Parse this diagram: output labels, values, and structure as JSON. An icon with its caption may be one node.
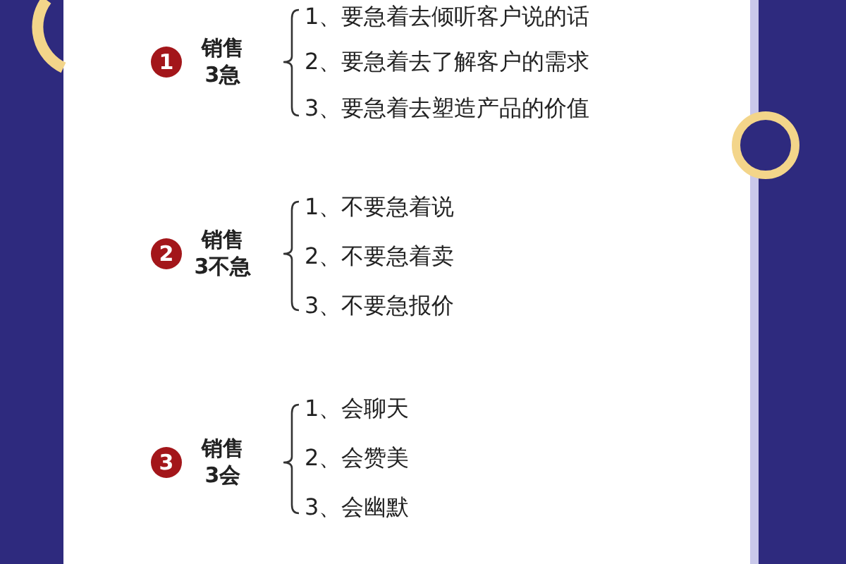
{
  "diagram": {
    "nodes": [
      {
        "text": [
          "1"
        ],
        "beside": [
          "销售",
          "3急"
        ]
      },
      {
        "text": [
          "2"
        ],
        "beside": [
          "销售",
          "3不急"
        ]
      },
      {
        "text": [
          "3"
        ],
        "beside": [
          "销售",
          "3会"
        ]
      }
    ],
    "labels": [
      "1、要急着去倾听客户说的话",
      "2、要急着去了解客户的需求",
      "3、要急着去塑造产品的价值",
      "1、不要急着说",
      "2、不要急着卖",
      "3、不要急报价",
      "1、会聊天",
      "2、会赞美",
      "3、会幽默"
    ]
  }
}
